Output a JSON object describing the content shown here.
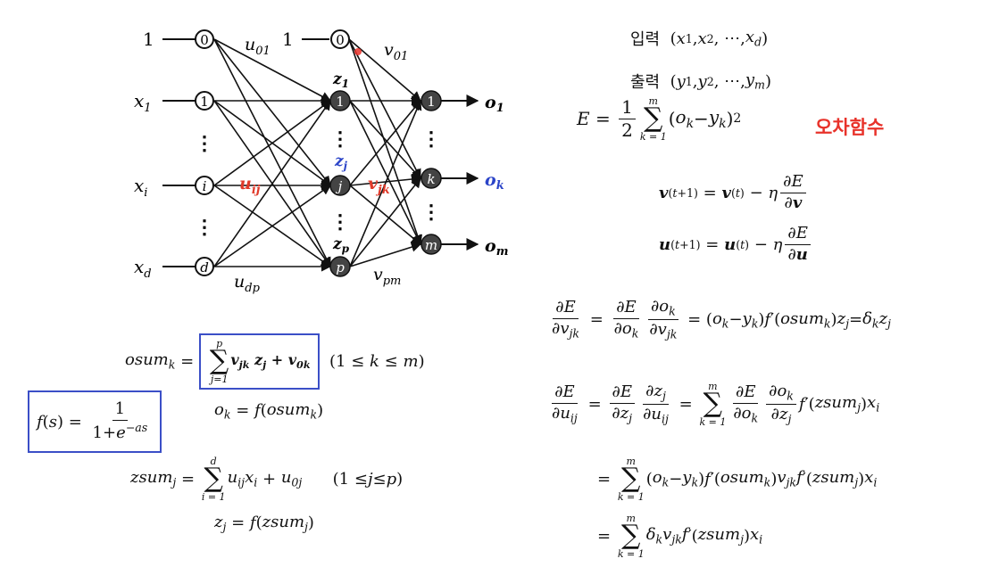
{
  "network": {
    "input_nodes": [
      "0",
      "1",
      "i",
      "d"
    ],
    "hidden_nodes": [
      "1",
      "j",
      "p"
    ],
    "hidden_bias_node": "0",
    "output_nodes": [
      "1",
      "k",
      "m"
    ],
    "bias_inputs": [
      "1",
      "1"
    ],
    "input_labels": [
      "x1",
      "xi",
      "xd"
    ],
    "weight_labels": {
      "u01": "u01",
      "uij": "uij",
      "udp": "udp",
      "v01": "v01",
      "vjk": "vjk",
      "vpm": "vpm"
    },
    "hidden_labels": [
      "z1",
      "zj",
      "zp"
    ],
    "output_labels": [
      "o1",
      "ok",
      "om"
    ],
    "ellipsis": "⋮"
  },
  "left_equations": {
    "osum": "osum_k = Σ_{j=1}^{p} v_jk z_j + v_0k   (1 ≤ k ≤ m)",
    "activation_box": "f(s) = 1 / (1 + e^{-as})",
    "ok": "o_k = f(osum_k)",
    "zsum": "zsum_j = Σ_{i=1}^{d} u_ij x_i + u_0j   (1 ≤ j ≤ p)",
    "zj": "z_j = f(zsum_j)"
  },
  "right_equations": {
    "input_word": "입력",
    "input_vec": "(x1, x2, ⋯, xd)",
    "output_word": "출력",
    "output_vec": "(y1, y2, ⋯, ym)",
    "error_fn": "E = 1/2 Σ_{k=1}^{m} (o_k − y_k)^2",
    "error_label": "오차함수",
    "v_update": "v^(t+1) = v^(t) − η ∂E/∂v",
    "u_update": "u^(t+1) = u^(t) − η ∂E/∂u",
    "dE_dv": "∂E/∂v_jk = ∂E/∂o_k ∂o_k/∂v_jk = (o_k − y_k) f'(osum_k) z_j = δ_k z_j",
    "dE_du_1": "∂E/∂u_ij = ∂E/∂z_j ∂z_j/∂u_ij = Σ_{k=1}^{m} ∂E/∂o_k ∂o_k/∂z_j f'(zsum_j) x_i",
    "dE_du_2": "= Σ_{k=1}^{m} (o_k − y_k) f'(osum_k) v_jk f'(zsum_j) x_i",
    "dE_du_3": "= Σ_{k=1}^{m} δ_k v_jk f'(zsum_j) x_i"
  },
  "colors": {
    "accent_red": "#e03a2a",
    "accent_blue": "#2b44c8",
    "box_border": "#3b4fc7",
    "node_dark": "#444444"
  }
}
